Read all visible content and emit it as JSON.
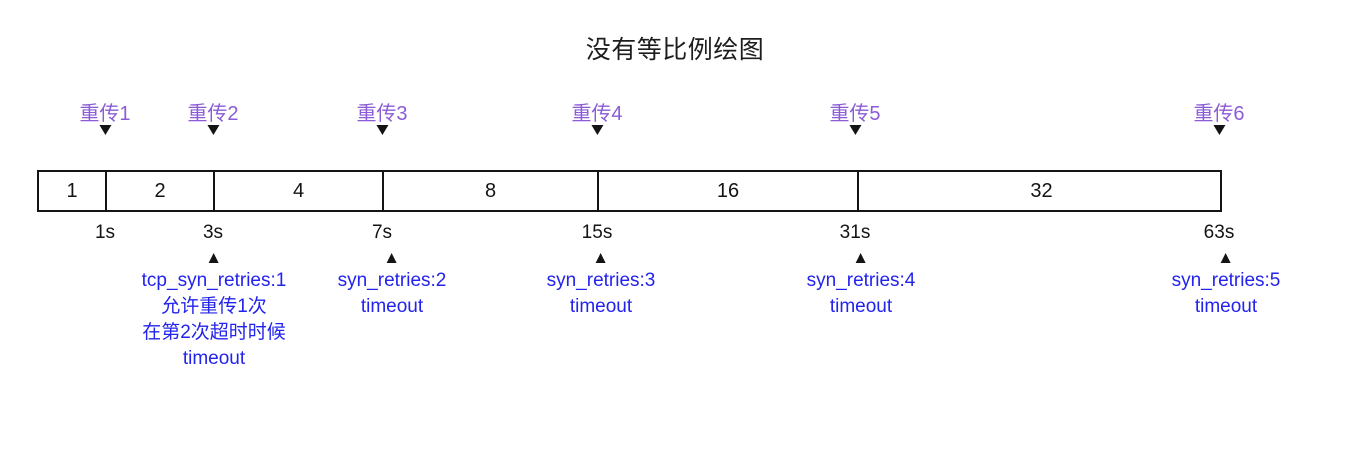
{
  "chart_data": {
    "type": "diagram",
    "title": "没有等比例绘图",
    "subtitle": "",
    "xlabel": "",
    "ylabel": "",
    "description": "TCP SYN retransmission exponential backoff timeline",
    "categories": [
      "1",
      "2",
      "4",
      "8",
      "16",
      "32"
    ],
    "values": [
      1,
      2,
      4,
      8,
      16,
      32
    ],
    "cumulative_seconds": [
      1,
      3,
      7,
      15,
      31,
      63
    ],
    "tick_labels": [
      "1s",
      "3s",
      "7s",
      "15s",
      "31s",
      "63s"
    ],
    "retransmission_labels": [
      "重传1",
      "重传2",
      "重传3",
      "重传4",
      "重传5",
      "重传6"
    ],
    "annotations": [
      "tcp_syn_retries:1 允许重传1次 在第2次超时时候 timeout",
      "syn_retries:2 timeout",
      "syn_retries:3 timeout",
      "syn_retries:4 timeout",
      "syn_retries:5 timeout"
    ],
    "grid": false,
    "legend": "none"
  },
  "title": "没有等比例绘图",
  "colors": {
    "retransmission_label": "#8B5CD6",
    "annotation_text": "#2323EE",
    "bar_stroke": "#141414",
    "background": "#ffffff"
  },
  "bar": {
    "cells": [
      {
        "label": "1"
      },
      {
        "label": "2"
      },
      {
        "label": "4"
      },
      {
        "label": "8"
      },
      {
        "label": "16"
      },
      {
        "label": "32"
      }
    ]
  },
  "retransmissions": [
    {
      "label": "重传1"
    },
    {
      "label": "重传2"
    },
    {
      "label": "重传3"
    },
    {
      "label": "重传4"
    },
    {
      "label": "重传5"
    },
    {
      "label": "重传6"
    }
  ],
  "ticks": [
    {
      "label": "1s"
    },
    {
      "label": "3s"
    },
    {
      "label": "7s"
    },
    {
      "label": "15s"
    },
    {
      "label": "31s"
    },
    {
      "label": "63s"
    }
  ],
  "notes": [
    {
      "lines": [
        "tcp_syn_retries:1",
        "允许重传1次",
        "在第2次超时时候",
        "timeout"
      ]
    },
    {
      "lines": [
        "syn_retries:2",
        "timeout"
      ]
    },
    {
      "lines": [
        "syn_retries:3",
        "timeout"
      ]
    },
    {
      "lines": [
        "syn_retries:4",
        "timeout"
      ]
    },
    {
      "lines": [
        "syn_retries:5",
        "timeout"
      ]
    }
  ]
}
